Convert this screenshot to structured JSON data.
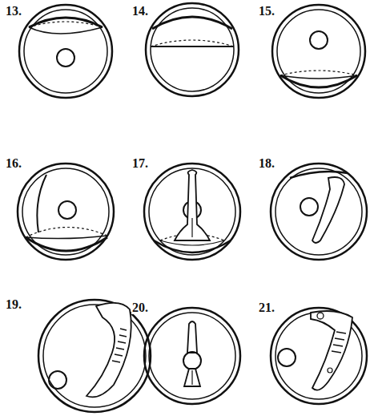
{
  "diagram": {
    "labels": [
      "13.",
      "14.",
      "15.",
      "16.",
      "17.",
      "18.",
      "19.",
      "20.",
      "21."
    ]
  }
}
